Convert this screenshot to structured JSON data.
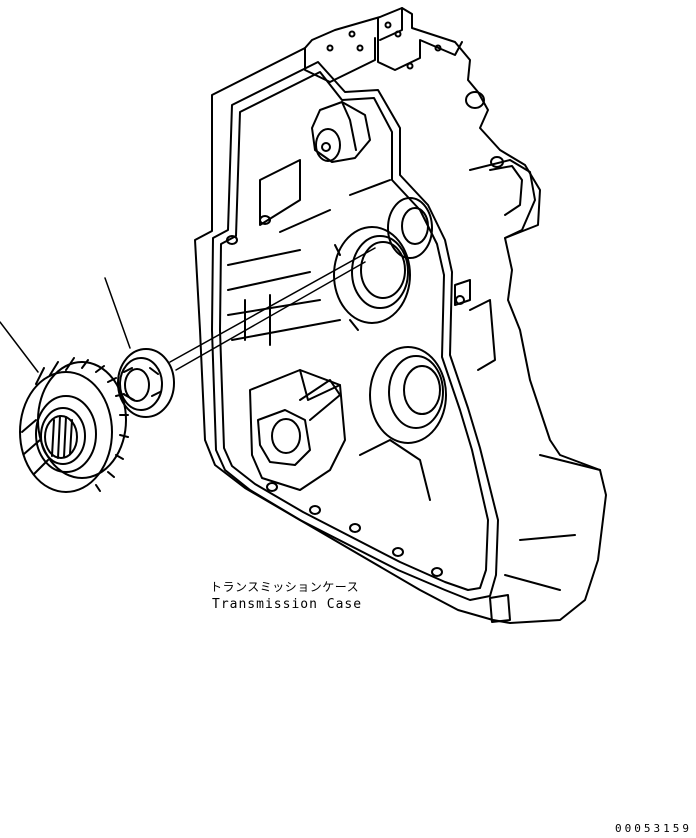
{
  "labels": {
    "part_name_jp": "トランスミッションケース",
    "part_name_en": "Transmission Case"
  },
  "drawing_code": "00053159"
}
